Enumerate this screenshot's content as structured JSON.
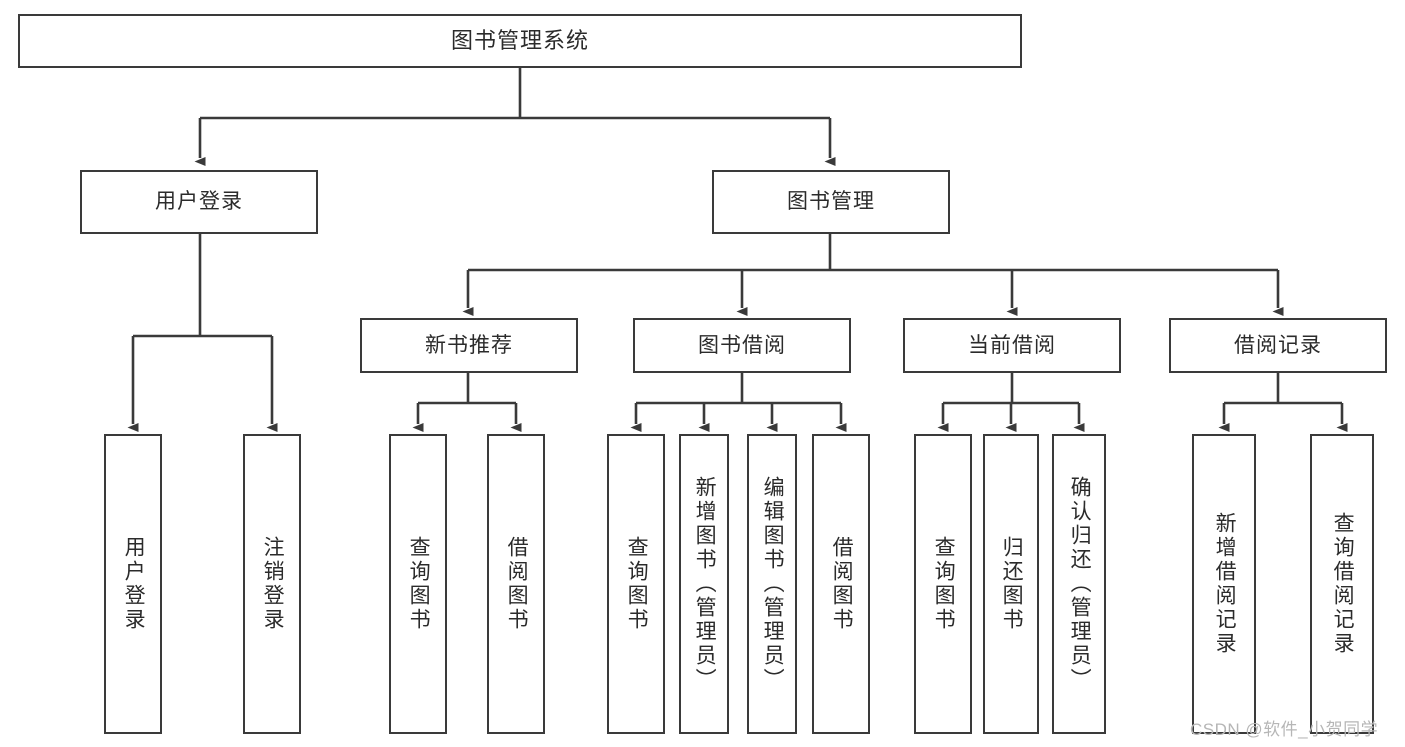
{
  "diagram": {
    "title": "图书管理系统",
    "type": "hierarchical-tree",
    "watermark": "CSDN @软件_小贺同学",
    "colors": {
      "background": "#ffffff",
      "box_border": "#3a3a3a",
      "edge": "#3a3a3a",
      "text": "#2b2b2b",
      "watermark": "#b6b6b6"
    },
    "nodes": {
      "root": {
        "label": "图书管理系统",
        "level": 1
      },
      "user_login": {
        "label": "用户登录",
        "level": 2
      },
      "book_manage": {
        "label": "图书管理",
        "level": 2
      },
      "new_book_rec": {
        "label": "新书推荐",
        "level": 3
      },
      "book_borrow": {
        "label": "图书借阅",
        "level": 3
      },
      "current_borrow": {
        "label": "当前借阅",
        "level": 3
      },
      "borrow_record": {
        "label": "借阅记录",
        "level": 3
      },
      "leaf_user_login": {
        "label": "用户登录",
        "level": 4
      },
      "leaf_logout": {
        "label": "注销登录",
        "level": 4
      },
      "leaf_query_book_1": {
        "label": "查询图书",
        "level": 4
      },
      "leaf_borrow_book_1": {
        "label": "借阅图书",
        "level": 4
      },
      "leaf_query_book_2": {
        "label": "查询图书",
        "level": 4
      },
      "leaf_add_book": {
        "label": "新增图书（管理员）",
        "level": 4
      },
      "leaf_edit_book": {
        "label": "编辑图书（管理员）",
        "level": 4
      },
      "leaf_borrow_book_2": {
        "label": "借阅图书",
        "level": 4
      },
      "leaf_query_book_3": {
        "label": "查询图书",
        "level": 4
      },
      "leaf_return_book": {
        "label": "归还图书",
        "level": 4
      },
      "leaf_confirm_return": {
        "label": "确认归还（管理员）",
        "level": 4
      },
      "leaf_add_record": {
        "label": "新增借阅记录",
        "level": 4
      },
      "leaf_query_record": {
        "label": "查询借阅记录",
        "level": 4
      }
    },
    "edges": [
      {
        "from": "root",
        "to": "user_login"
      },
      {
        "from": "root",
        "to": "book_manage"
      },
      {
        "from": "book_manage",
        "to": "new_book_rec"
      },
      {
        "from": "book_manage",
        "to": "book_borrow"
      },
      {
        "from": "book_manage",
        "to": "current_borrow"
      },
      {
        "from": "book_manage",
        "to": "borrow_record"
      },
      {
        "from": "user_login",
        "to": "leaf_user_login"
      },
      {
        "from": "user_login",
        "to": "leaf_logout"
      },
      {
        "from": "new_book_rec",
        "to": "leaf_query_book_1"
      },
      {
        "from": "new_book_rec",
        "to": "leaf_borrow_book_1"
      },
      {
        "from": "book_borrow",
        "to": "leaf_query_book_2"
      },
      {
        "from": "book_borrow",
        "to": "leaf_add_book"
      },
      {
        "from": "book_borrow",
        "to": "leaf_edit_book"
      },
      {
        "from": "book_borrow",
        "to": "leaf_borrow_book_2"
      },
      {
        "from": "current_borrow",
        "to": "leaf_query_book_3"
      },
      {
        "from": "current_borrow",
        "to": "leaf_return_book"
      },
      {
        "from": "current_borrow",
        "to": "leaf_confirm_return"
      },
      {
        "from": "borrow_record",
        "to": "leaf_add_record"
      },
      {
        "from": "borrow_record",
        "to": "leaf_query_record"
      }
    ]
  }
}
